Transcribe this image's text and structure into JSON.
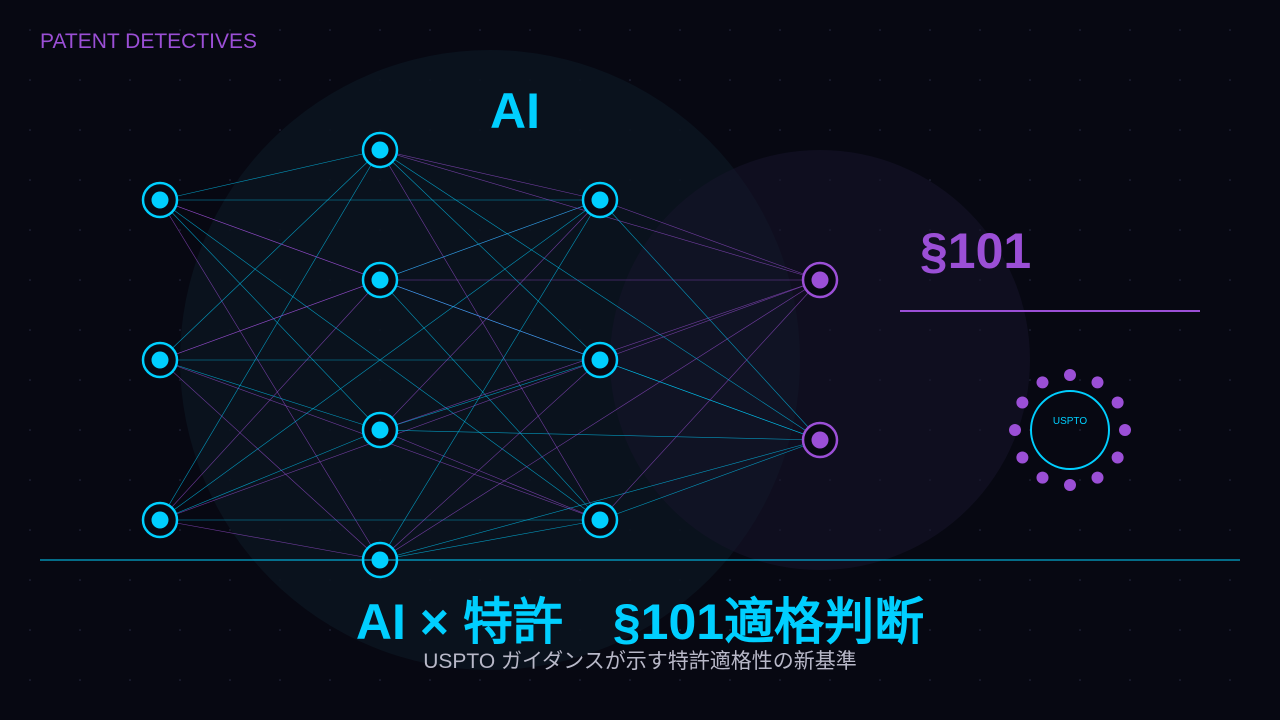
{
  "brand": "PATENT DETECTIVES",
  "ai_label": "AI",
  "section_label": "§101",
  "title": "AI × 特許　§101適格判断",
  "subtitle": "USPTO ガイダンスが示す特許適格性の新基準",
  "seal_text": "USPTO",
  "colors": {
    "cyan": "#00cfff",
    "purple": "#9b4fd6",
    "background": "#070812"
  },
  "network": {
    "layer_sizes": [
      3,
      4,
      3,
      2
    ]
  }
}
